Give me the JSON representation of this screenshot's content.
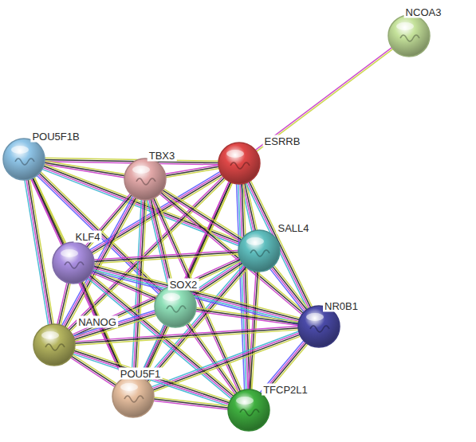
{
  "diagram": {
    "nodes": [
      {
        "text": [
          "NCOA3"
        ]
      },
      {
        "text": [
          "POU5F1B"
        ]
      },
      {
        "text": [
          "ESRRB"
        ]
      },
      {
        "text": [
          "TBX3"
        ]
      },
      {
        "text": [
          "SALL4"
        ]
      },
      {
        "text": [
          "KLF4"
        ]
      },
      {
        "text": [
          "SOX2"
        ]
      },
      {
        "text": [
          "NR0B1"
        ]
      },
      {
        "text": [
          "NANOG"
        ]
      },
      {
        "text": [
          "POU5F1"
        ]
      },
      {
        "text": [
          "TFCP2L1"
        ]
      }
    ],
    "edges": [
      {
        "from": 2,
        "to": 0,
        "arrow": "none"
      },
      {
        "from": 1,
        "to": 2,
        "arrow": "none"
      },
      {
        "from": 1,
        "to": 3,
        "arrow": "none"
      },
      {
        "from": 1,
        "to": 4,
        "arrow": "none"
      },
      {
        "from": 1,
        "to": 5,
        "arrow": "none"
      },
      {
        "from": 1,
        "to": 6,
        "arrow": "none"
      },
      {
        "from": 1,
        "to": 8,
        "arrow": "none"
      },
      {
        "from": 1,
        "to": 9,
        "arrow": "none"
      },
      {
        "from": 2,
        "to": 3,
        "arrow": "none"
      },
      {
        "from": 2,
        "to": 4,
        "arrow": "none"
      },
      {
        "from": 2,
        "to": 5,
        "arrow": "none"
      },
      {
        "from": 2,
        "to": 6,
        "arrow": "none"
      },
      {
        "from": 2,
        "to": 7,
        "arrow": "none"
      },
      {
        "from": 2,
        "to": 8,
        "arrow": "none"
      },
      {
        "from": 2,
        "to": 9,
        "arrow": "none"
      },
      {
        "from": 2,
        "to": 10,
        "arrow": "none"
      },
      {
        "from": 3,
        "to": 4,
        "arrow": "none"
      },
      {
        "from": 3,
        "to": 5,
        "arrow": "none"
      },
      {
        "from": 3,
        "to": 6,
        "arrow": "none"
      },
      {
        "from": 3,
        "to": 7,
        "arrow": "none"
      },
      {
        "from": 3,
        "to": 8,
        "arrow": "none"
      },
      {
        "from": 3,
        "to": 9,
        "arrow": "none"
      },
      {
        "from": 3,
        "to": 10,
        "arrow": "none"
      },
      {
        "from": 4,
        "to": 5,
        "arrow": "none"
      },
      {
        "from": 4,
        "to": 6,
        "arrow": "none"
      },
      {
        "from": 4,
        "to": 7,
        "arrow": "none"
      },
      {
        "from": 4,
        "to": 8,
        "arrow": "none"
      },
      {
        "from": 4,
        "to": 9,
        "arrow": "none"
      },
      {
        "from": 4,
        "to": 10,
        "arrow": "none"
      },
      {
        "from": 5,
        "to": 6,
        "arrow": "none"
      },
      {
        "from": 5,
        "to": 7,
        "arrow": "none"
      },
      {
        "from": 5,
        "to": 8,
        "arrow": "none"
      },
      {
        "from": 5,
        "to": 9,
        "arrow": "none"
      },
      {
        "from": 5,
        "to": 10,
        "arrow": "none"
      },
      {
        "from": 6,
        "to": 7,
        "arrow": "none"
      },
      {
        "from": 6,
        "to": 8,
        "arrow": "none"
      },
      {
        "from": 6,
        "to": 9,
        "arrow": "none"
      },
      {
        "from": 6,
        "to": 10,
        "arrow": "none"
      },
      {
        "from": 7,
        "to": 8,
        "arrow": "none"
      },
      {
        "from": 7,
        "to": 9,
        "arrow": "none"
      },
      {
        "from": 7,
        "to": 10,
        "arrow": "none"
      },
      {
        "from": 8,
        "to": 9,
        "arrow": "none"
      },
      {
        "from": 8,
        "to": 10,
        "arrow": "none"
      },
      {
        "from": 9,
        "to": 10,
        "arrow": "none"
      }
    ]
  }
}
